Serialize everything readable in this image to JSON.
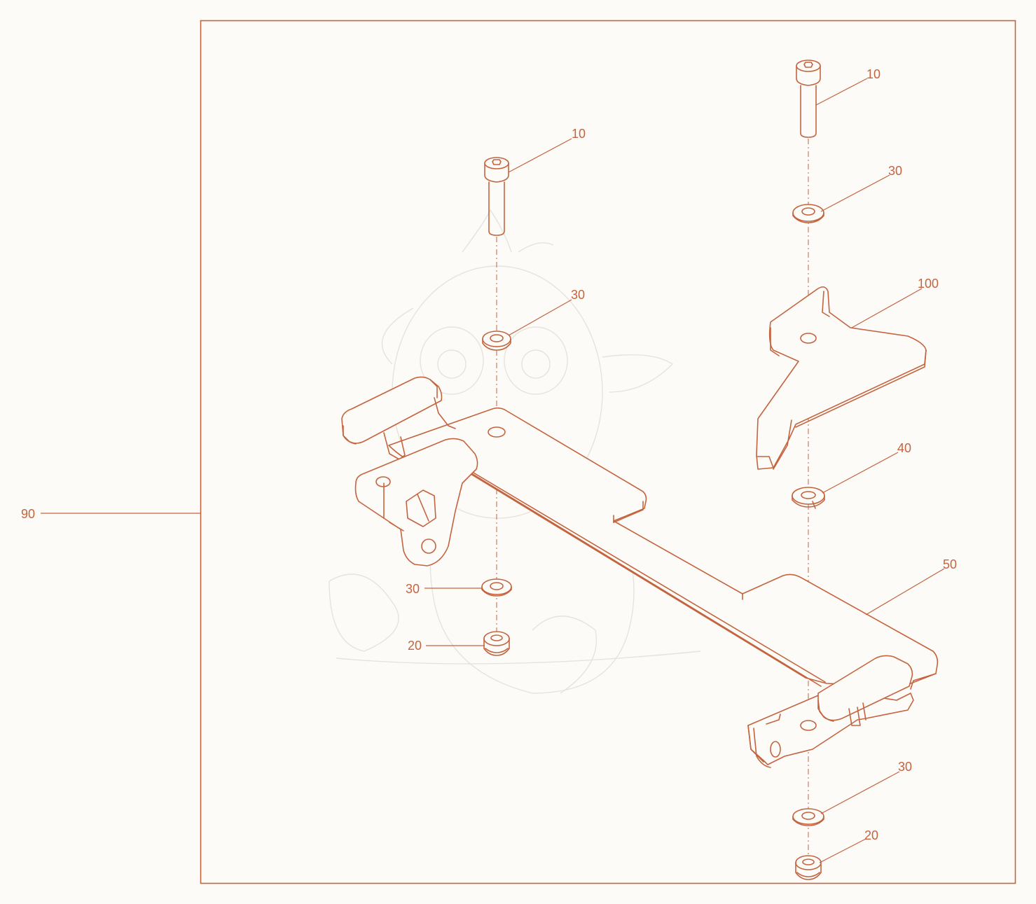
{
  "colors": {
    "line": "#c4643f",
    "background": "#fcfbf8",
    "watermark": "#e7e3dc"
  },
  "callouts": [
    {
      "id": "c-90",
      "label": "90"
    },
    {
      "id": "c-10-left",
      "label": "10"
    },
    {
      "id": "c-10-right",
      "label": "10"
    },
    {
      "id": "c-30-right-top",
      "label": "30"
    },
    {
      "id": "c-30-left-top",
      "label": "30"
    },
    {
      "id": "c-100",
      "label": "100"
    },
    {
      "id": "c-40",
      "label": "40"
    },
    {
      "id": "c-50",
      "label": "50"
    },
    {
      "id": "c-30-left-bottom",
      "label": "30"
    },
    {
      "id": "c-20-left",
      "label": "20"
    },
    {
      "id": "c-30-right-bottom",
      "label": "30"
    },
    {
      "id": "c-20-right",
      "label": "20"
    }
  ]
}
